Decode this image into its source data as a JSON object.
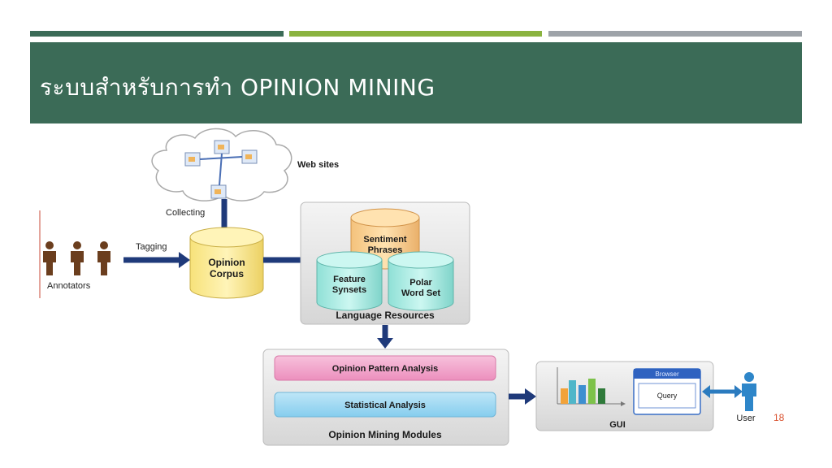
{
  "slide": {
    "title": "ระบบสำหรับการทำ OPINION MINING",
    "page_number": "18"
  },
  "diagram": {
    "web_sites": "Web sites",
    "collecting": "Collecting",
    "tagging": "Tagging",
    "annotators": "Annotators",
    "opinion_corpus_line1": "Opinion",
    "opinion_corpus_line2": "Corpus",
    "sentiment_line1": "Sentiment",
    "sentiment_line2": "Phrases",
    "feature_line1": "Feature",
    "feature_line2": "Synsets",
    "polar_line1": "Polar",
    "polar_line2": "Word Set",
    "language_resources": "Language Resources",
    "opinion_pattern_analysis": "Opinion Pattern Analysis",
    "statistical_analysis": "Statistical Analysis",
    "opinion_mining_modules": "Opinion Mining Modules",
    "browser": "Browser",
    "query": "Query",
    "gui": "GUI",
    "user": "User"
  },
  "colors": {
    "title_band": "#3b6b57",
    "bar_green": "#8ab33f",
    "bar_gray": "#9ea3a9",
    "arrow": "#1f3a7a",
    "page_number": "#d9502d"
  }
}
